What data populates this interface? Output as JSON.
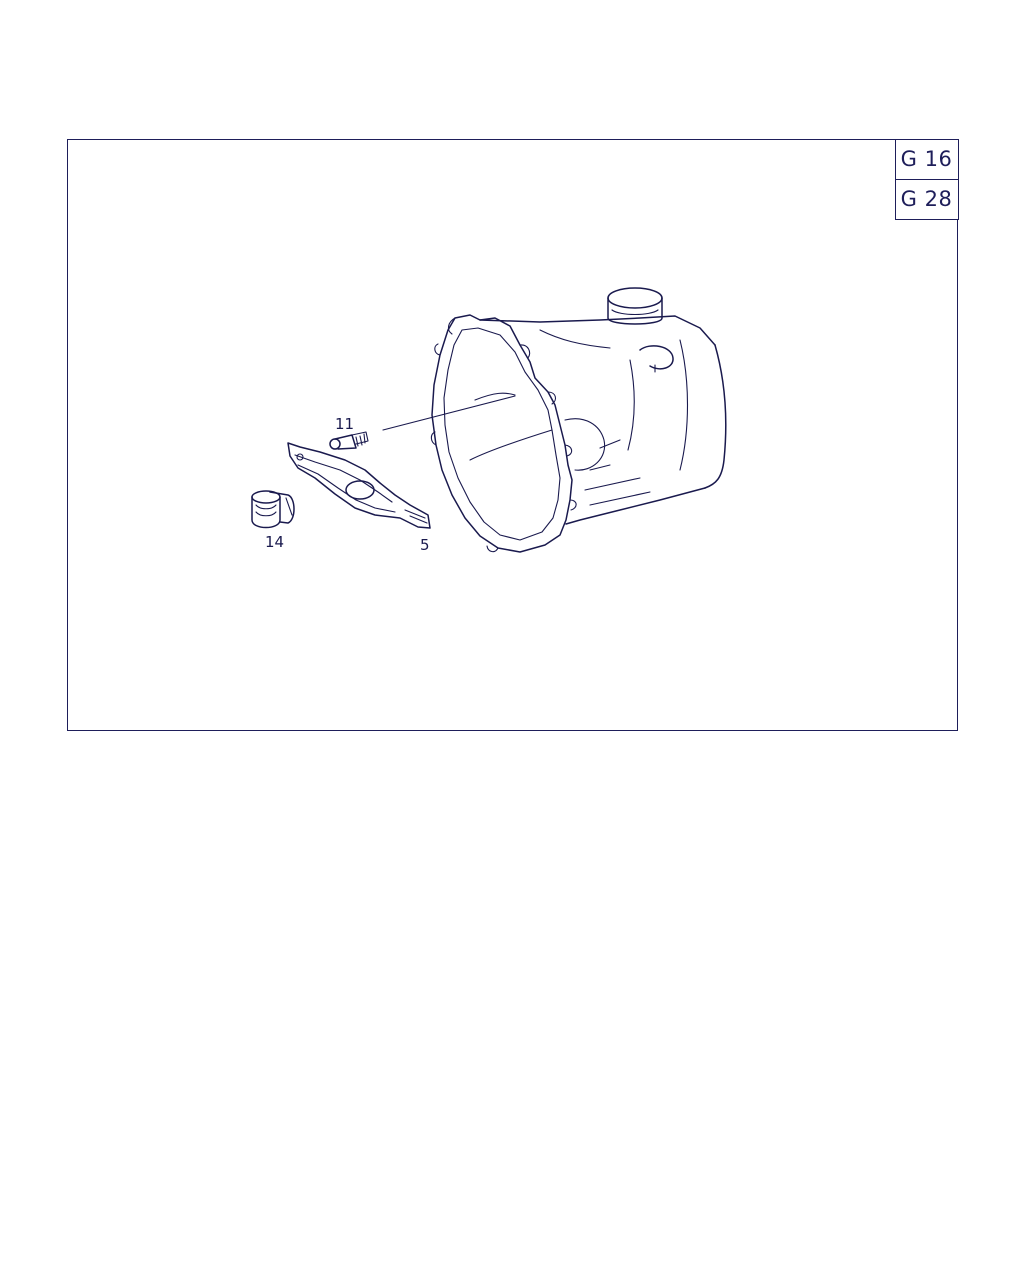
{
  "diagram": {
    "group_codes": [
      "G 16",
      "G 28"
    ],
    "callouts": {
      "part_11": "11",
      "part_14": "14",
      "part_5": "5"
    }
  }
}
